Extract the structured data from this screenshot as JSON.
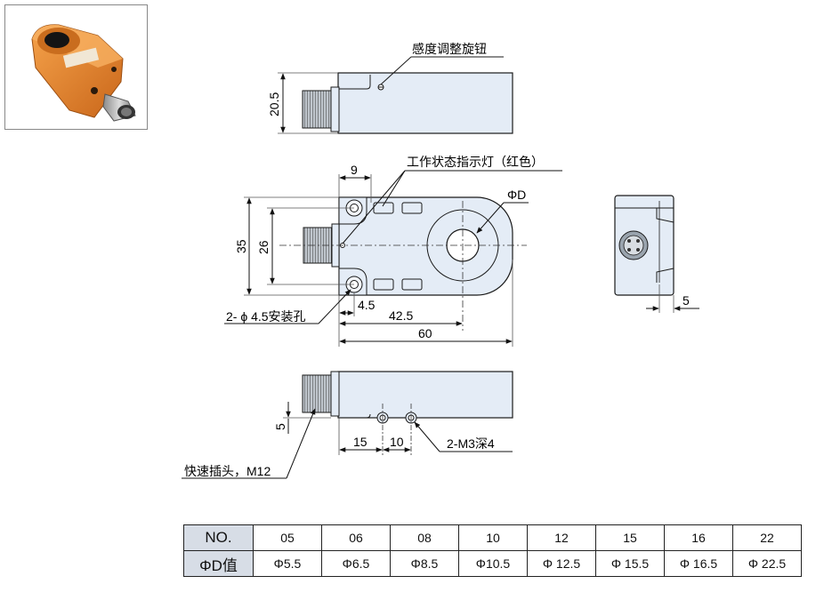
{
  "labels": {
    "sensitivity_knob": "感度调整旋钮",
    "indicator_lamp": "工作状态指示灯（红色）",
    "phi_d": "ΦD",
    "mounting_holes": "2- ϕ 4.5安装孔",
    "m3_holes": "2-M3深4",
    "connector": "快速插头，M12"
  },
  "dimensions": {
    "height_side": "20.5",
    "d9": "9",
    "d35": "35",
    "d26": "26",
    "d4_5": "4.5",
    "d42_5": "42.5",
    "d60": "60",
    "d5_end": "5",
    "d5_bottom": "5",
    "d15": "15",
    "d10": "10"
  },
  "table": {
    "row1_header": "NO.",
    "row1": [
      "05",
      "06",
      "08",
      "10",
      "12",
      "15",
      "16",
      "22"
    ],
    "row2_header": "ΦD值",
    "row2": [
      "Φ5.5",
      "Φ6.5",
      "Φ8.5",
      "Φ10.5",
      "Φ 12.5",
      "Φ 15.5",
      "Φ 16.5",
      "Φ 22.5"
    ]
  },
  "colors": {
    "body_fill": "#e4ecf6",
    "stroke": "#1a1a1a",
    "table_header": "#d7dde6",
    "photo_orange": "#e8882e"
  }
}
